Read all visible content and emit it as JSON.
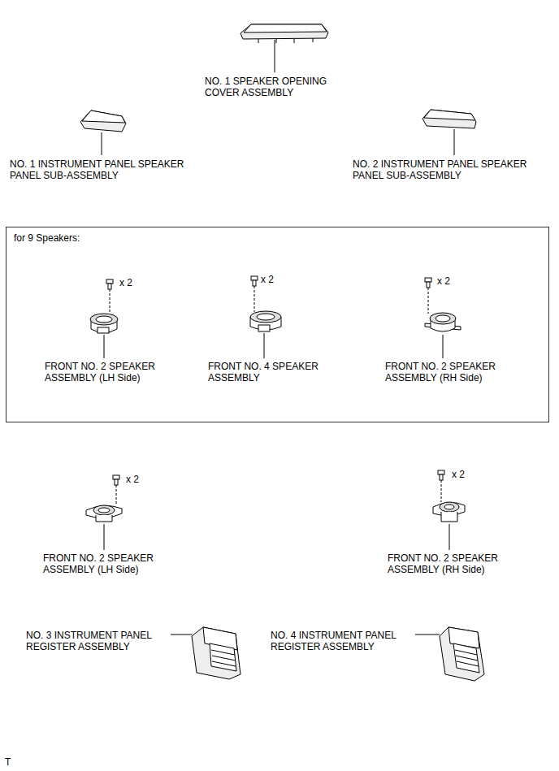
{
  "diagram": {
    "nodes": [
      {
        "text": [
          "for 9 Speakers:"
        ]
      }
    ],
    "labels": [
      "NO. 1 SPEAKER OPENING COVER ASSEMBLY",
      "NO. 1 INSTRUMENT PANEL SPEAKER PANEL SUB-ASSEMBLY",
      "NO. 2 INSTRUMENT PANEL SPEAKER PANEL SUB-ASSEMBLY",
      "x 2",
      "x 2",
      "x 2",
      "FRONT NO. 2 SPEAKER ASSEMBLY (LH Side)",
      "FRONT NO. 4 SPEAKER ASSEMBLY",
      "FRONT NO. 2 SPEAKER ASSEMBLY (RH Side)",
      "x 2",
      "x 2",
      "FRONT NO. 2 SPEAKER ASSEMBLY (LH Side)",
      "FRONT NO. 2 SPEAKER ASSEMBLY (RH Side)",
      "NO. 3 INSTRUMENT PANEL REGISTER ASSEMBLY",
      "NO. 4 INSTRUMENT PANEL REGISTER ASSEMBLY",
      "T"
    ]
  }
}
